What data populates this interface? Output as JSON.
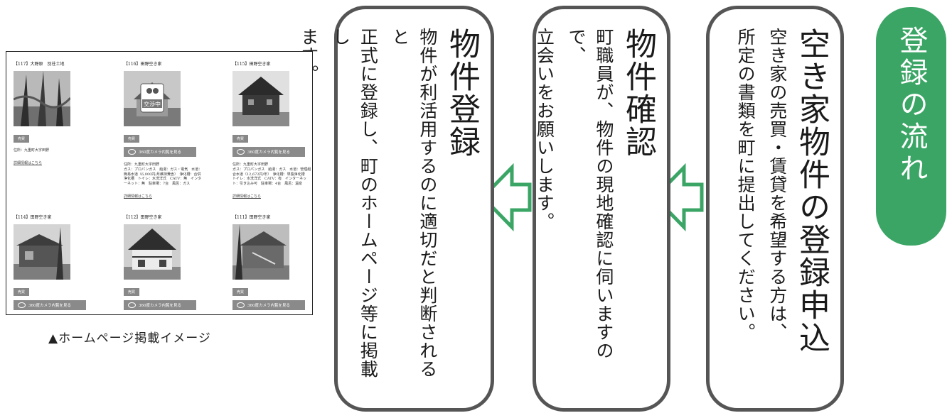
{
  "title": "登録の流れ",
  "steps": [
    {
      "heading": "空き家物件の登録申込",
      "lines": [
        "空き家の売買・賃貸を希望する方は、",
        "所定の書類を町に提出してください。"
      ]
    },
    {
      "heading": "物件確認",
      "lines": [
        "町職員が、物件の現地確認に伺いますので、",
        "立会いをお願いします。"
      ]
    },
    {
      "heading": "物件登録",
      "lines": [
        "物件が利活用するのに適切だと判断されると",
        "正式に登録し、町のホームページ等に掲載し",
        "ます。"
      ]
    }
  ],
  "colors": {
    "accent": "#3aa565",
    "card_border": "#555555"
  },
  "homepage_mock": {
    "caption": "▲ホームページ掲載イメージ",
    "listings": [
      {
        "title": "【117】大野原　別荘土地",
        "badge": "売買",
        "info": [
          "住所：九重町大字田野"
        ],
        "detail": "詳細情報はこちら",
        "cam": ""
      },
      {
        "title": "【116】田野空き家",
        "badge": "売買",
        "info": [
          "住所：九重町大字田野",
          "ガス：プロパンガス　給湯：ガス・電気　水道：",
          "簡易水道（6,000円/月維持費含）　浄化槽：合併",
          "浄化槽　トイレ：水洗洋式　CATV：無　インタ",
          "ーネット：無　駐車場：7台　風呂：ガス"
        ],
        "detail": "詳細情報はこちら",
        "cam": "360度カメラ内覧を見る"
      },
      {
        "title": "【115】田野空き家",
        "badge": "売買",
        "info": [
          "住所：九重町大字田野",
          "ガス：プロパンガス　給湯：ガス　水道：管理組",
          "合水道（12,672円/年）　浄化槽：単独浄化槽",
          "トイレ：水洗洋式　CATV：有　インターネッ",
          "ト：引き込み可　駐車場：4台　風呂：温泉"
        ],
        "detail": "詳細情報はこちら",
        "cam": "360度カメラ内覧を見る"
      },
      {
        "title": "【114】田野空き家",
        "badge": "売買",
        "info": [],
        "detail": "",
        "cam": "360度カメラ内覧を見る"
      },
      {
        "title": "【112】田野空き家",
        "badge": "売買",
        "info": [],
        "detail": "",
        "cam": "360度カメラ内覧を見る"
      },
      {
        "title": "【111】田野空き家",
        "badge": "売買",
        "info": [],
        "detail": "",
        "cam": "360度カメラ内覧を見る"
      }
    ],
    "stamp": "交渉中"
  }
}
